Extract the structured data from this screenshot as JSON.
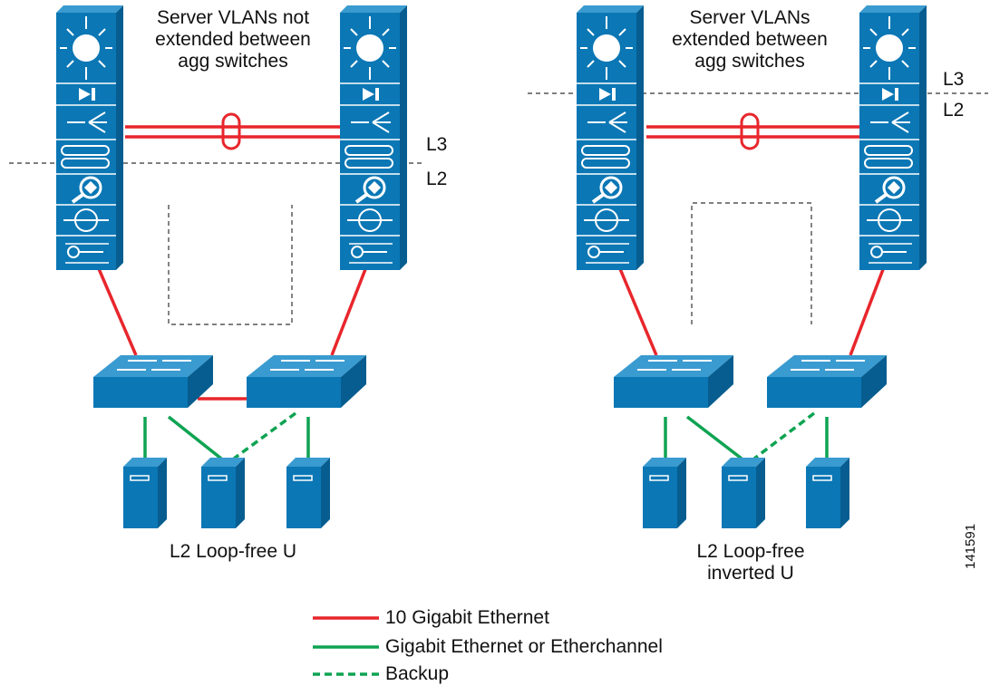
{
  "left_panel": {
    "title_lines": [
      "Server VLANs not",
      "extended between",
      "agg switches"
    ],
    "l3_label": "L3",
    "l2_label": "L2",
    "caption_lines": [
      "L2 Loop-free U"
    ]
  },
  "right_panel": {
    "title_lines": [
      "Server VLANs",
      "extended between",
      "agg switches"
    ],
    "l3_label": "L3",
    "l2_label": "L2",
    "caption_lines": [
      "L2 Loop-free",
      "inverted U"
    ]
  },
  "legend": [
    {
      "label": "10 Gigabit Ethernet",
      "color": "#e8262c",
      "style": "solid"
    },
    {
      "label": "Gigabit Ethernet or Etherchannel",
      "color": "#0ea352",
      "style": "solid"
    },
    {
      "label": "Backup",
      "color": "#0ea352",
      "style": "dashed"
    }
  ],
  "figure_id": "141591",
  "colors": {
    "device": "#0b77b5",
    "device_dark": "#075d8f",
    "link_10g": "#e8262c",
    "link_1g": "#0ea352"
  }
}
